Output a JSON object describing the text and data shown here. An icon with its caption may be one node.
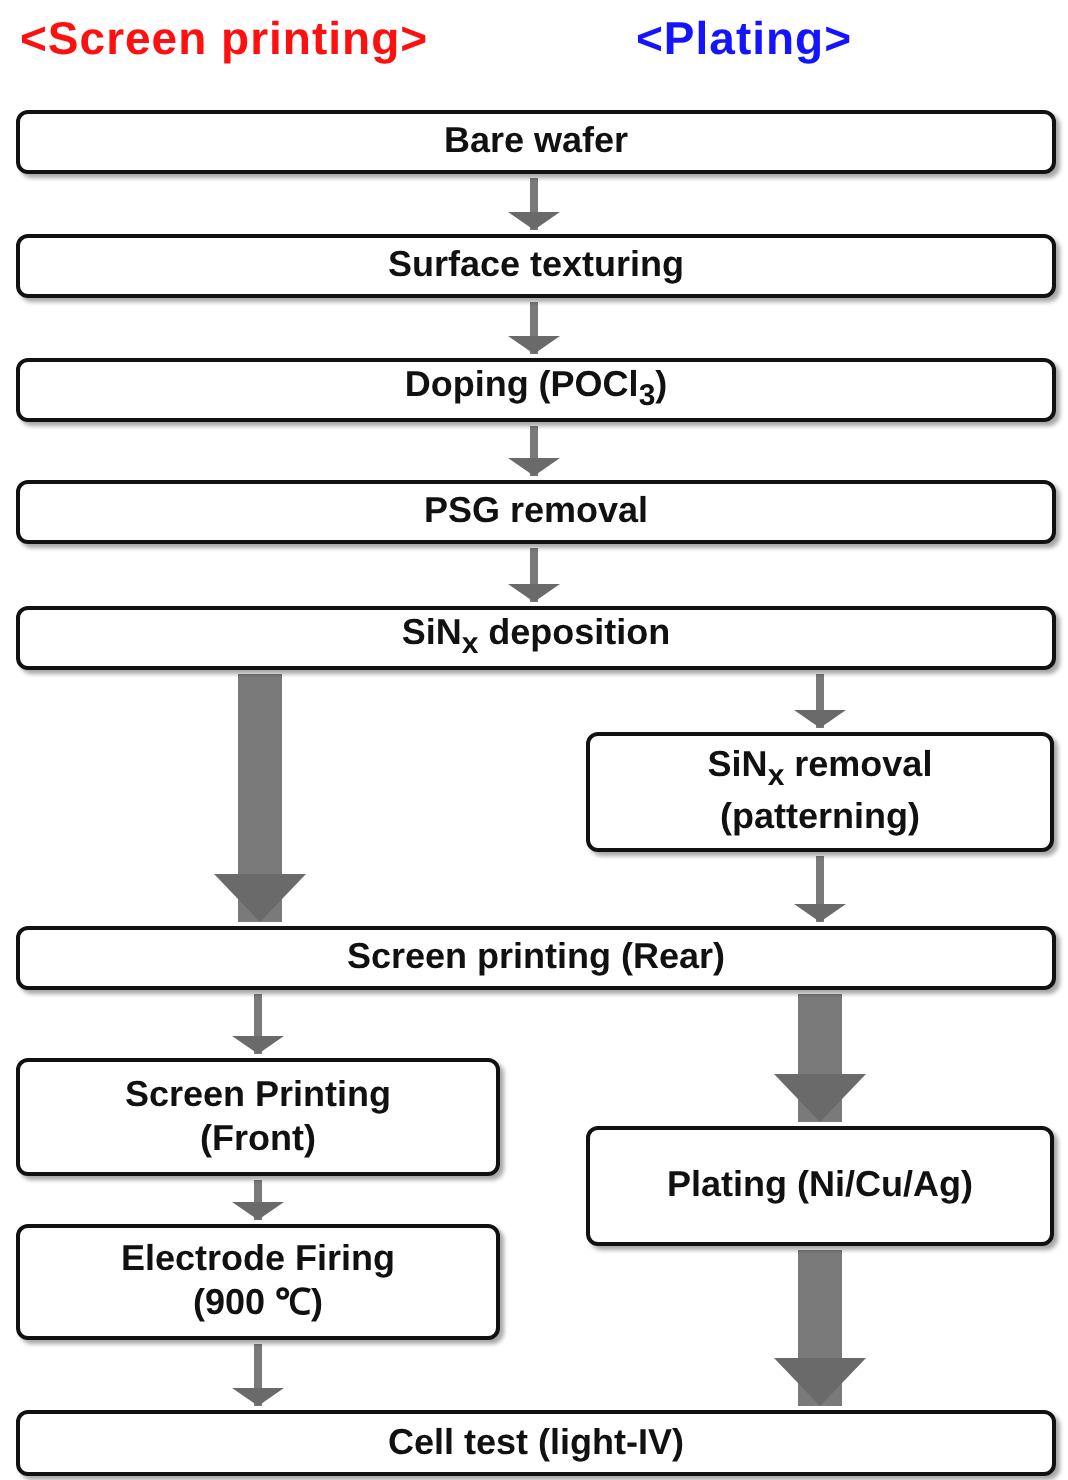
{
  "diagram": {
    "nodes": [
      {
        "text": [
          "Bare wafer"
        ]
      },
      {
        "text": [
          "Surface texturing"
        ]
      },
      {
        "text": [
          "Doping (POCl$_{3}$)"
        ]
      },
      {
        "text": [
          "PSG removal"
        ]
      },
      {
        "text": [
          "SiN$_{x}$ deposition"
        ]
      },
      {
        "text": [
          "SiN$_{x}$ removal (patterning)"
        ]
      },
      {
        "text": [
          "Screen printing (Rear)"
        ]
      },
      {
        "text": [
          "Screen Printing (Front)"
        ]
      },
      {
        "text": [
          "Plating (Ni/Cu/Ag)"
        ]
      },
      {
        "text": [
          "Electrode Firing (900 ℃)"
        ]
      },
      {
        "text": [
          "Cell test (light-IV)"
        ]
      }
    ],
    "edges": [
      {
        "from": 0,
        "to": 1,
        "arrow": "to"
      },
      {
        "from": 1,
        "to": 2,
        "arrow": "to"
      },
      {
        "from": 2,
        "to": 3,
        "arrow": "to"
      },
      {
        "from": 3,
        "to": 4,
        "arrow": "to"
      },
      {
        "from": 4,
        "to": 6,
        "arrow": "to",
        "style": "thick"
      },
      {
        "from": 4,
        "to": 5,
        "arrow": "to"
      },
      {
        "from": 5,
        "to": 6,
        "arrow": "to"
      },
      {
        "from": 6,
        "to": 7,
        "arrow": "to"
      },
      {
        "from": 6,
        "to": 8,
        "arrow": "to",
        "style": "thick"
      },
      {
        "from": 7,
        "to": 9,
        "arrow": "to"
      },
      {
        "from": 9,
        "to": 10,
        "arrow": "to"
      },
      {
        "from": 8,
        "to": 10,
        "arrow": "to",
        "style": "thick"
      }
    ],
    "labels": [
      "<Screen printing>",
      "<Plating>"
    ]
  }
}
